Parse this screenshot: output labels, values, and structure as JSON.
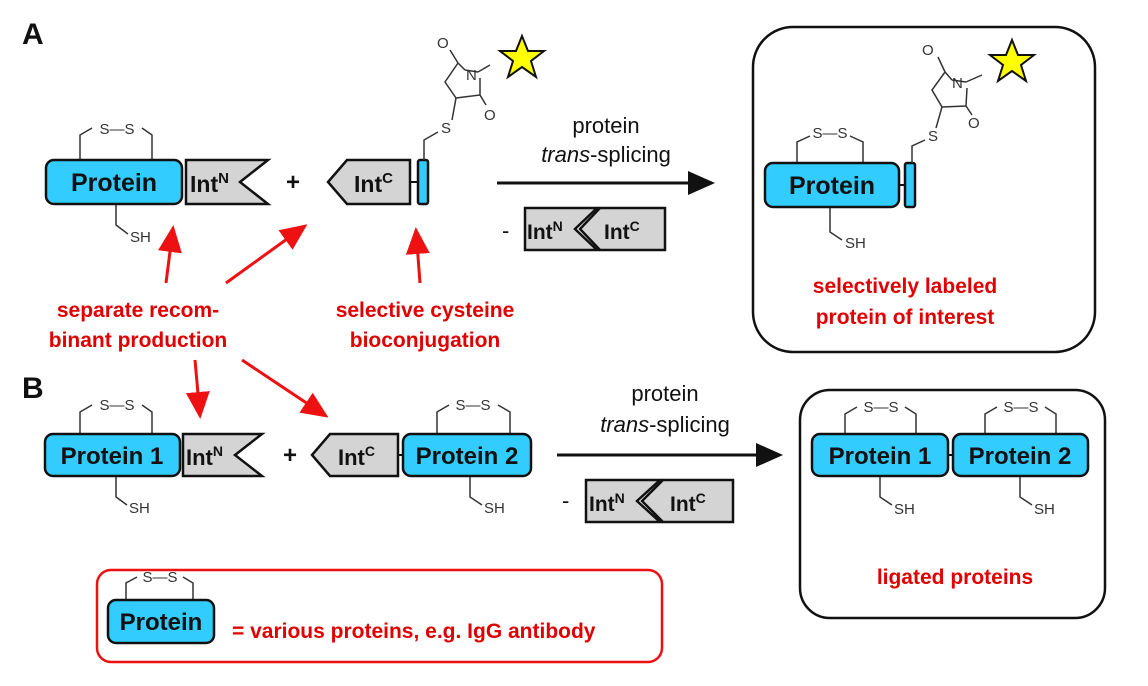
{
  "panels": {
    "a": "A",
    "b": "B"
  },
  "protein_label": "Protein",
  "protein1_label": "Protein 1",
  "protein2_label": "Protein 2",
  "int_base": "Int",
  "int_n_sup": "N",
  "int_c_sup": "C",
  "plus": "+",
  "minus": "-",
  "disulfide": "S—S",
  "thiol": "SH",
  "sulfur": "S",
  "oxygen": "O",
  "nitrogen": "N",
  "reaction": {
    "line1": "protein",
    "line2_italic": "trans",
    "line2_rest": "-splicing"
  },
  "annotations": {
    "production_1": "separate recom-",
    "production_2": "binant production",
    "conjugation_1": "selective cysteine",
    "conjugation_2": "bioconjugation"
  },
  "result_a": {
    "line1": "selectively labeled",
    "line2": "protein of interest"
  },
  "result_b": {
    "line1": "ligated proteins"
  },
  "legend": {
    "text": "= various proteins, e.g. IgG antibody"
  },
  "colors": {
    "protein": "#33ccff",
    "intein": "#d4d4d4",
    "annotation": "#e00000",
    "label_star": "#ffff00"
  }
}
